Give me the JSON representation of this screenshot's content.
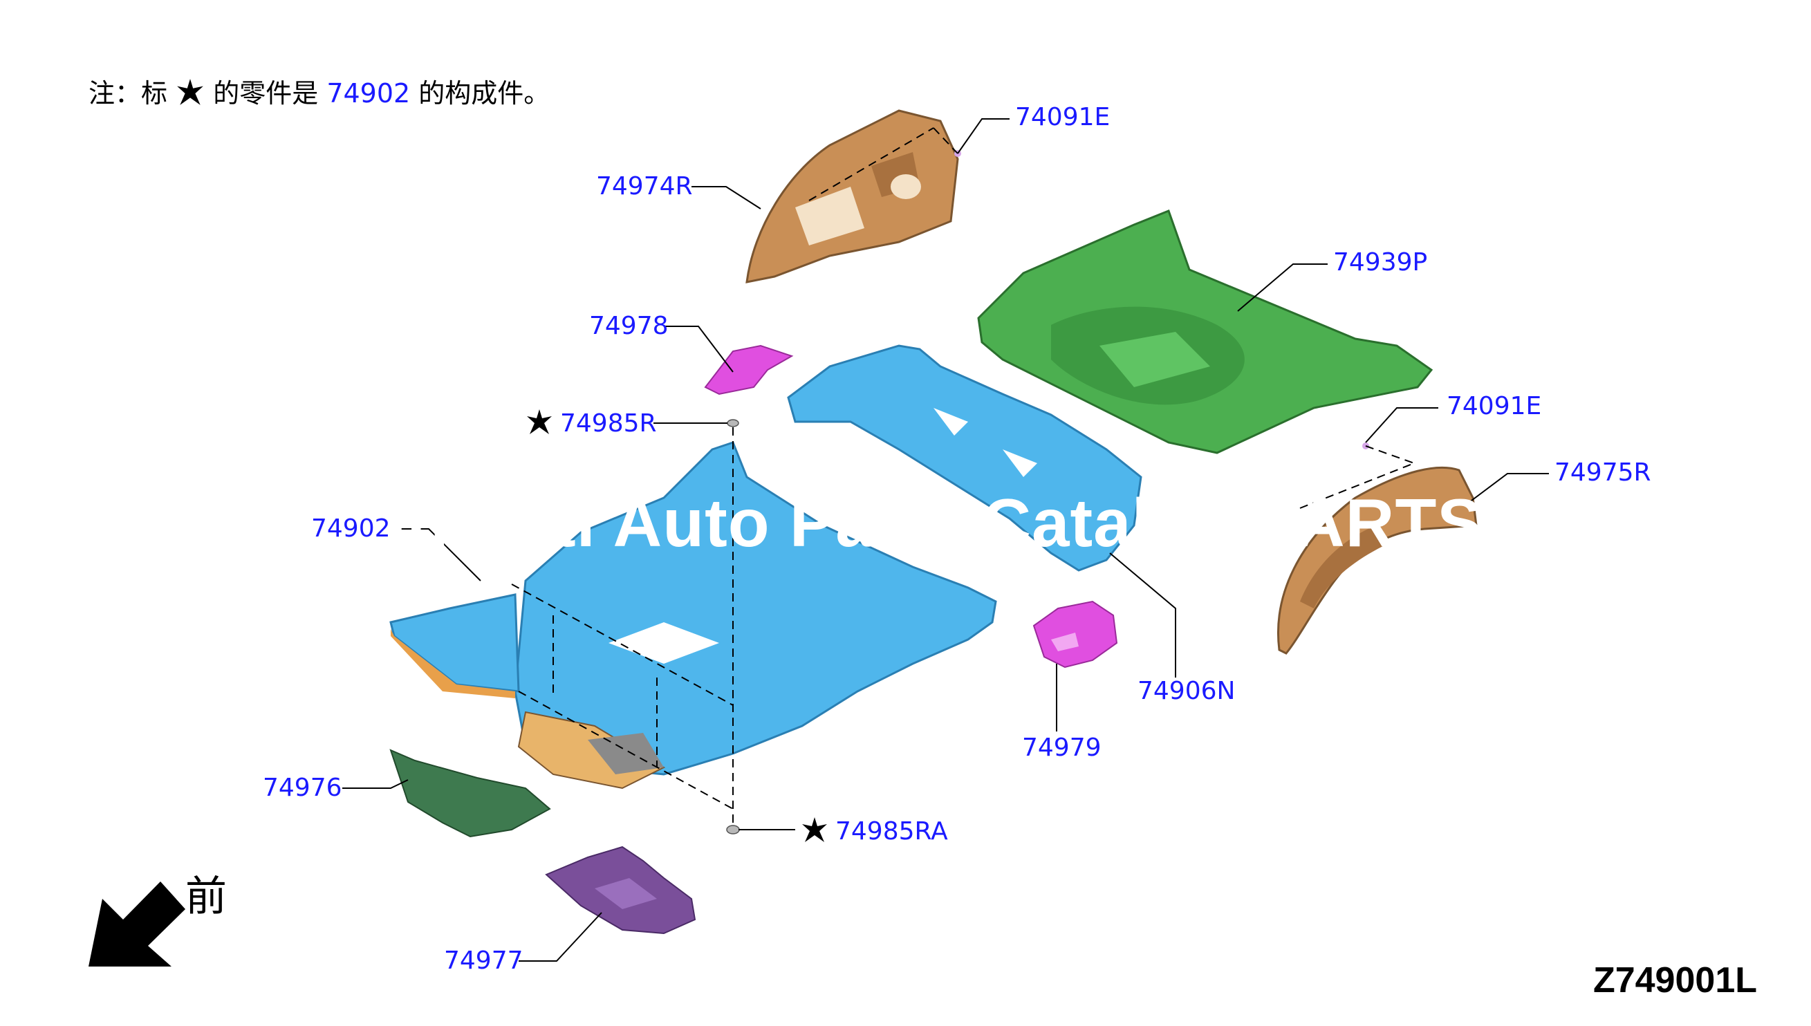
{
  "note": {
    "prefix": "注：标",
    "middle": "的零件是",
    "part_ref": "74902",
    "suffix": "的构成件。"
  },
  "labels": {
    "p74091E_top": "74091E",
    "p74974R": "74974R",
    "p74939P": "74939P",
    "p74978": "74978",
    "p74985R": "74985R",
    "p74091E_right": "74091E",
    "p74975R": "74975R",
    "p74902": "74902",
    "p74906N": "74906N",
    "p74979": "74979",
    "p74976": "74976",
    "p74985RA": "74985RA",
    "p74977": "74977"
  },
  "front_label": "前",
  "diagram_code": "Z749001L",
  "watermark": "Infiniti Auto Parts Catalog PARTSTEK",
  "colors": {
    "label_blue": "#1a1aff",
    "part_blue": "#4fb6ec",
    "part_green": "#4caf50",
    "part_tan": "#c98f56",
    "part_magenta": "#e04fe0",
    "part_dark_green": "#3e7a4f",
    "part_purple": "#7a4f9a"
  }
}
